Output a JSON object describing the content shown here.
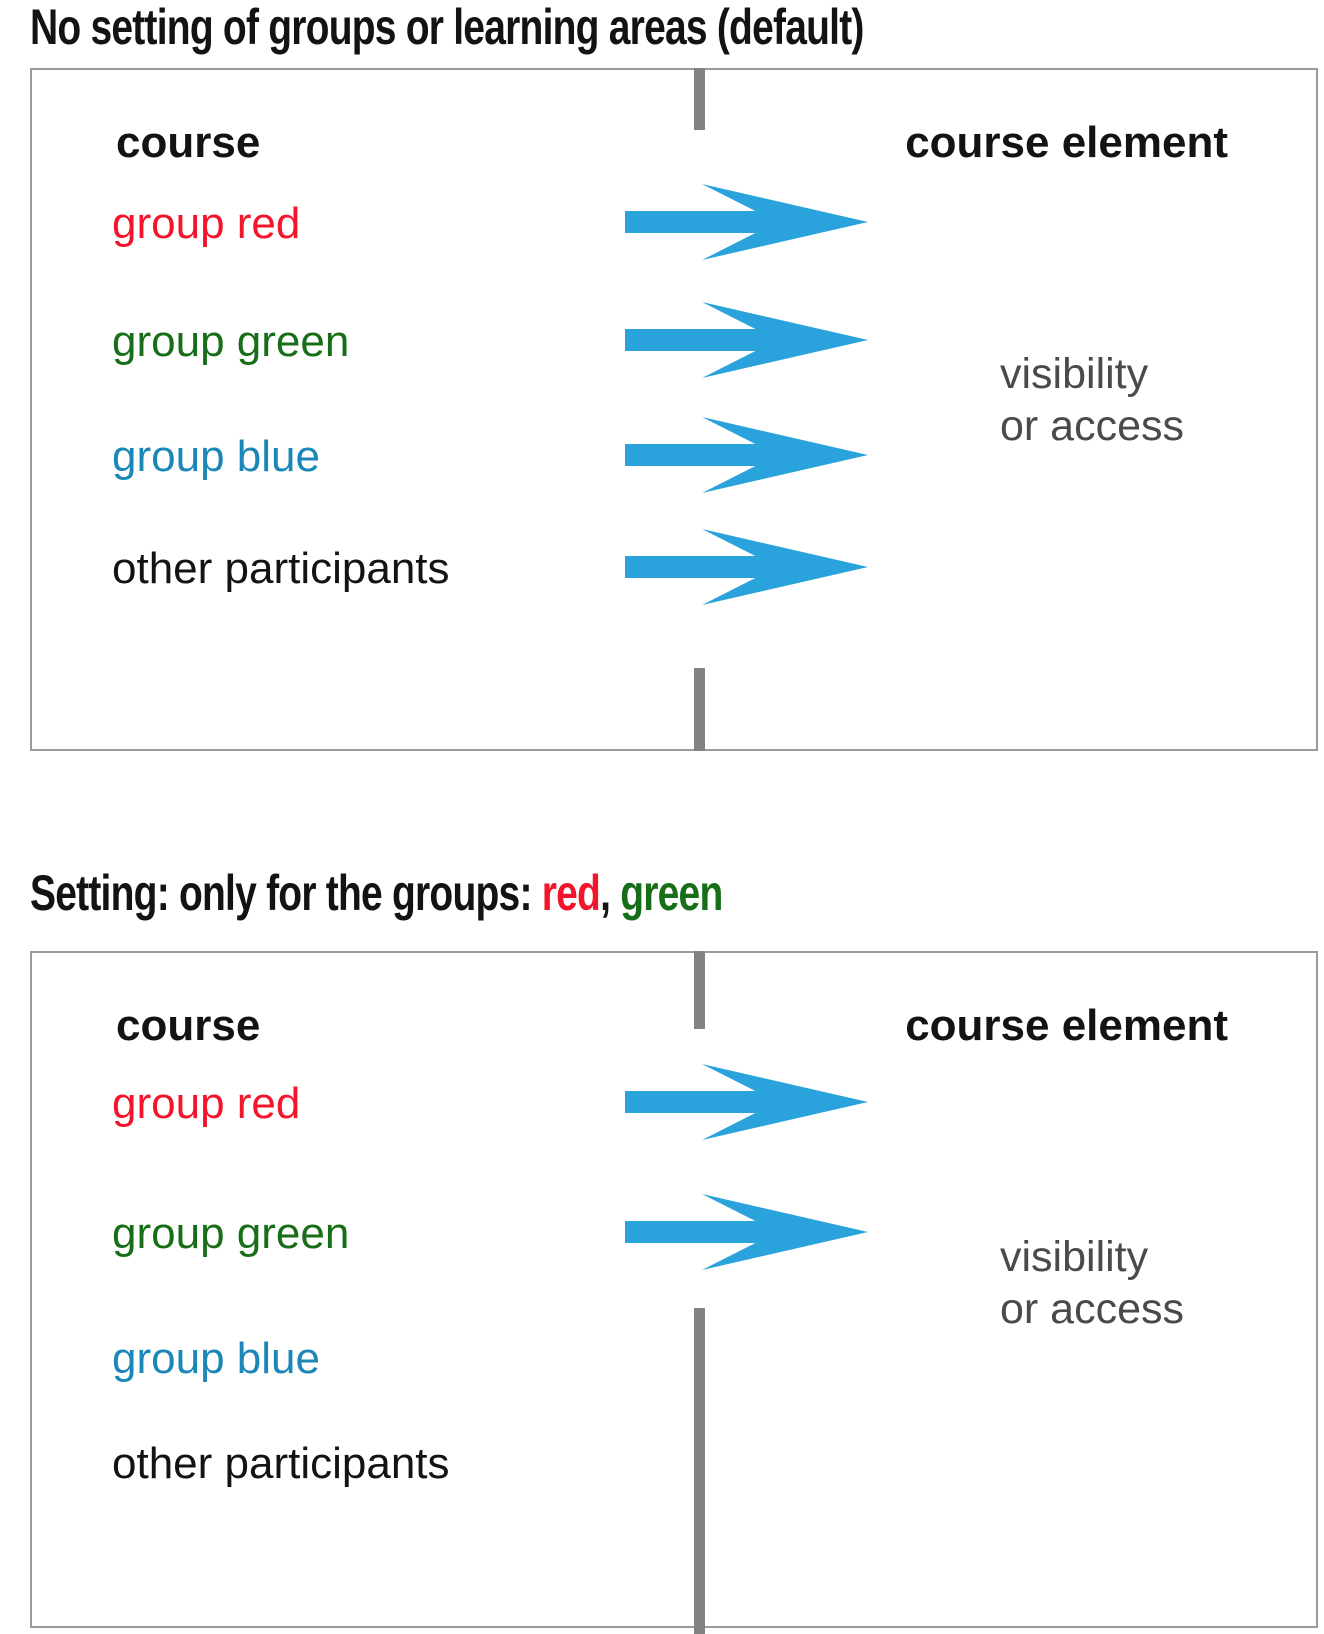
{
  "colors": {
    "arrow": "#2aa3dc",
    "divider": "#828282",
    "box_border": "#9b9b9b",
    "text_dark": "#131313",
    "note_gray": "#4a4a4a",
    "red": "#f2152c",
    "green": "#186e18",
    "blue": "#1b86b8"
  },
  "panels": [
    {
      "title_segments": [
        {
          "text": "No setting of groups or learning areas (default)",
          "color": "#131313"
        }
      ],
      "left_header": "course",
      "right_header": "course element",
      "rows": [
        {
          "label": "group red",
          "color": "#f2152c",
          "has_arrow": true
        },
        {
          "label": "group green",
          "color": "#186e18",
          "has_arrow": true
        },
        {
          "label": "group blue",
          "color": "#1b86b8",
          "has_arrow": true
        },
        {
          "label": "other participants",
          "color": "#131313",
          "has_arrow": true
        }
      ],
      "note_lines": [
        "visibility",
        "or access"
      ]
    },
    {
      "title_segments": [
        {
          "text": "Setting: only for the groups: ",
          "color": "#131313"
        },
        {
          "text": "red",
          "color": "#f2152c"
        },
        {
          "text": ", ",
          "color": "#131313"
        },
        {
          "text": "green",
          "color": "#186e18"
        }
      ],
      "left_header": "course",
      "right_header": "course element",
      "rows": [
        {
          "label": "group red",
          "color": "#f2152c",
          "has_arrow": true
        },
        {
          "label": "group green",
          "color": "#186e18",
          "has_arrow": true
        },
        {
          "label": "group blue",
          "color": "#1b86b8",
          "has_arrow": false
        },
        {
          "label": "other participants",
          "color": "#131313",
          "has_arrow": false
        }
      ],
      "note_lines": [
        "visibility",
        "or access"
      ]
    }
  ]
}
